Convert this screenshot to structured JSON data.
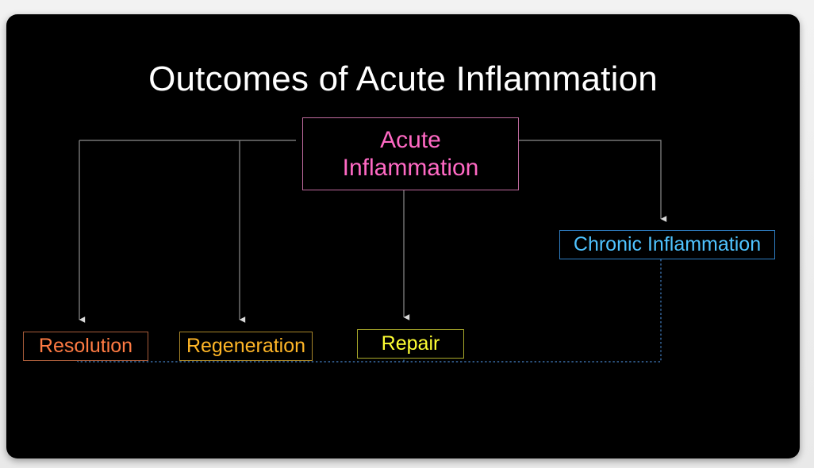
{
  "slide": {
    "title": "Outcomes of Acute Inflammation",
    "background_color": "#000000",
    "page_background_color": "#ececed"
  },
  "nodes": {
    "acute": {
      "line1": "Acute",
      "line2": "Inflammation",
      "text_color": "#ff69c4",
      "border_color": "#c06a9e"
    },
    "chronic": {
      "label": "Chronic Inflammation",
      "text_color": "#4fc3ff",
      "border_color": "#2f7fc4"
    },
    "resolution": {
      "label": "Resolution",
      "text_color": "#ff7b43",
      "border_color": "#a85c3a"
    },
    "regeneration": {
      "label": "Regeneration",
      "text_color": "#ffb627",
      "border_color": "#a8862a"
    },
    "repair": {
      "label": "Repair",
      "text_color": "#ffff33",
      "border_color": "#a8a82a"
    }
  },
  "connectors": {
    "solid_color": "#8c8c8c",
    "arrowhead_color": "#d8d8d8",
    "dotted_color": "#3a6ea8",
    "dotted_arrowhead_color": "#3f7fd0",
    "solid_links": [
      {
        "from": "acute",
        "to": "resolution",
        "style": "solid"
      },
      {
        "from": "acute",
        "to": "regeneration",
        "style": "solid"
      },
      {
        "from": "acute",
        "to": "repair",
        "style": "solid"
      },
      {
        "from": "acute",
        "to": "chronic",
        "style": "solid"
      }
    ],
    "dotted_links": [
      {
        "from": "chronic",
        "to": "resolution",
        "style": "dotted"
      },
      {
        "from": "chronic",
        "to": "regeneration",
        "style": "dotted"
      },
      {
        "from": "chronic",
        "to": "repair",
        "style": "dotted"
      }
    ]
  }
}
